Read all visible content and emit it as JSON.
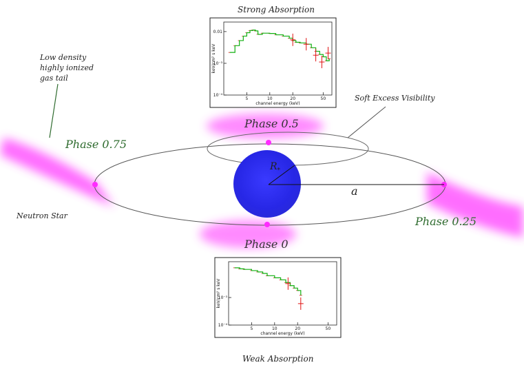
{
  "labels": {
    "strong_title": "Strong Absorption",
    "weak_title": "Weak Absorption",
    "tail": [
      "Low density",
      "highly ionized",
      "gas tail"
    ],
    "soft_excess": "Soft Excess Visibility",
    "phase_05": "Phase 0.5",
    "phase_075": "Phase 0.75",
    "phase_025": "Phase 0.25",
    "phase_0": "Phase 0",
    "neutron_star": "Neutron Star",
    "radius": "R",
    "radius_sub": "*",
    "separation": "a"
  },
  "colors": {
    "star": "#2a2ae0",
    "gas": "#ff3cff",
    "model_line": "#10b010",
    "data_points": "#e01010",
    "phase_text": "#2e6b2e"
  },
  "chart_data": [
    {
      "type": "line",
      "title": "Strong Absorption",
      "xlabel": "channel energy (keV)",
      "ylabel": "keV/cm² s keV",
      "xscale": "log",
      "yscale": "log",
      "xlim": [
        2.5,
        65
      ],
      "ylim": [
        0.0001,
        0.02
      ],
      "x_ticks": [
        "5",
        "10",
        "20",
        "50"
      ],
      "y_ticks": [
        "0.01",
        "10⁻³",
        "10⁻⁴"
      ],
      "series": [
        {
          "x": [
            3,
            3.5,
            4,
            4.5,
            5,
            5.5,
            6,
            6.5,
            7,
            8,
            10,
            12,
            15,
            18,
            20,
            22,
            25,
            30,
            35,
            40,
            45,
            50,
            55,
            60
          ],
          "y": [
            0.0022,
            0.0036,
            0.0052,
            0.0072,
            0.0092,
            0.0108,
            0.0112,
            0.0105,
            0.0082,
            0.0089,
            0.0087,
            0.0079,
            0.0072,
            0.0062,
            0.0052,
            0.0046,
            0.0044,
            0.004,
            0.0031,
            0.0024,
            0.0019,
            0.0016,
            0.0012,
            0.0014
          ]
        }
      ],
      "error_points": [
        {
          "x": 20,
          "y": 0.0055
        },
        {
          "x": 30,
          "y": 0.004
        },
        {
          "x": 40,
          "y": 0.0018
        },
        {
          "x": 48,
          "y": 0.0011
        },
        {
          "x": 58,
          "y": 0.0021
        }
      ]
    },
    {
      "type": "line",
      "title": "Weak Absorption",
      "xlabel": "channel energy (keV)",
      "ylabel": "keV/cm² s keV",
      "xscale": "log",
      "yscale": "log",
      "xlim": [
        2.5,
        65
      ],
      "ylim": [
        0.0001,
        0.02
      ],
      "x_ticks": [
        "5",
        "10",
        "20",
        "50"
      ],
      "y_ticks": [
        "10⁻³",
        "10⁻⁴"
      ],
      "series": [
        {
          "x": [
            3,
            3.5,
            4,
            5,
            6,
            7,
            8,
            10,
            12,
            14,
            16,
            18,
            20,
            22
          ],
          "y": [
            0.012,
            0.011,
            0.0105,
            0.0095,
            0.0085,
            0.0075,
            0.0062,
            0.0052,
            0.0044,
            0.0035,
            0.0027,
            0.0022,
            0.0018,
            0.0012
          ]
        }
      ],
      "error_points": [
        {
          "x": 15,
          "y": 0.0032
        },
        {
          "x": 22,
          "y": 0.0006
        }
      ]
    }
  ]
}
